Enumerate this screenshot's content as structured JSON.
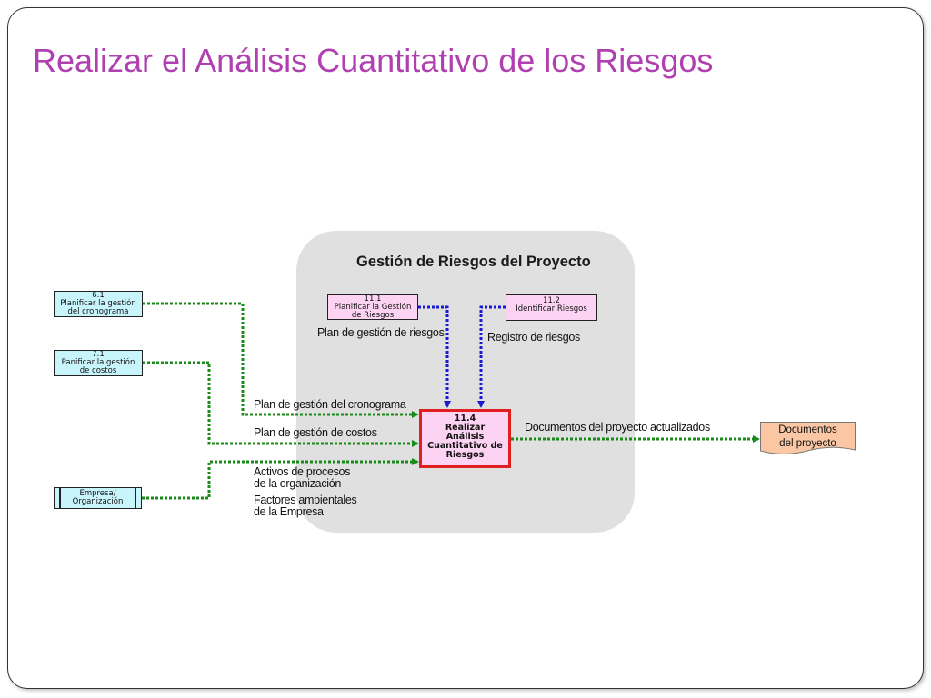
{
  "slide": {
    "title": "Realizar el Análisis Cuantitativo de los Riesgos"
  },
  "panel": {
    "title": "Gestión de Riesgos del Proyecto"
  },
  "inputs": {
    "schedule": {
      "line1": "6.1",
      "line2": "Planificar la gestión",
      "line3": "del cronograma"
    },
    "costs": {
      "line1": "7.1",
      "line2": "Panificar la gestión",
      "line3": "de costos"
    },
    "enterprise": {
      "line1": "Empresa/",
      "line2": "Organización"
    }
  },
  "processes": {
    "p111": {
      "line1": "11.1",
      "line2": "Planificar la Gestión",
      "line3": "de Riesgos"
    },
    "p112": {
      "line1": "11.2",
      "line2": "Identificar Riesgos"
    },
    "p114": {
      "line1": "11.4",
      "line2": "Realizar",
      "line3": "Análisis",
      "line4": "Cuantitativo de",
      "line5": "Riesgos"
    }
  },
  "output": {
    "line1": "Documentos",
    "line2": "del proyecto"
  },
  "labels": {
    "risk_plan": "Plan de gestión de riesgos",
    "risk_register": "Registro de riesgos",
    "schedule_plan": "Plan de gestión del cronograma",
    "cost_plan": "Plan de gestión de costos",
    "process_assets_1": "Activos de procesos",
    "process_assets_2": "de la organización",
    "env_factors_1": "Factores ambientales",
    "env_factors_2": "de la Empresa",
    "docs_updated": "Documentos del proyecto actualizados"
  },
  "colors": {
    "title": "#b040b0",
    "flow_green": "#1a8a1a",
    "flow_blue": "#1a1ad0",
    "process_border": "#e02020"
  }
}
